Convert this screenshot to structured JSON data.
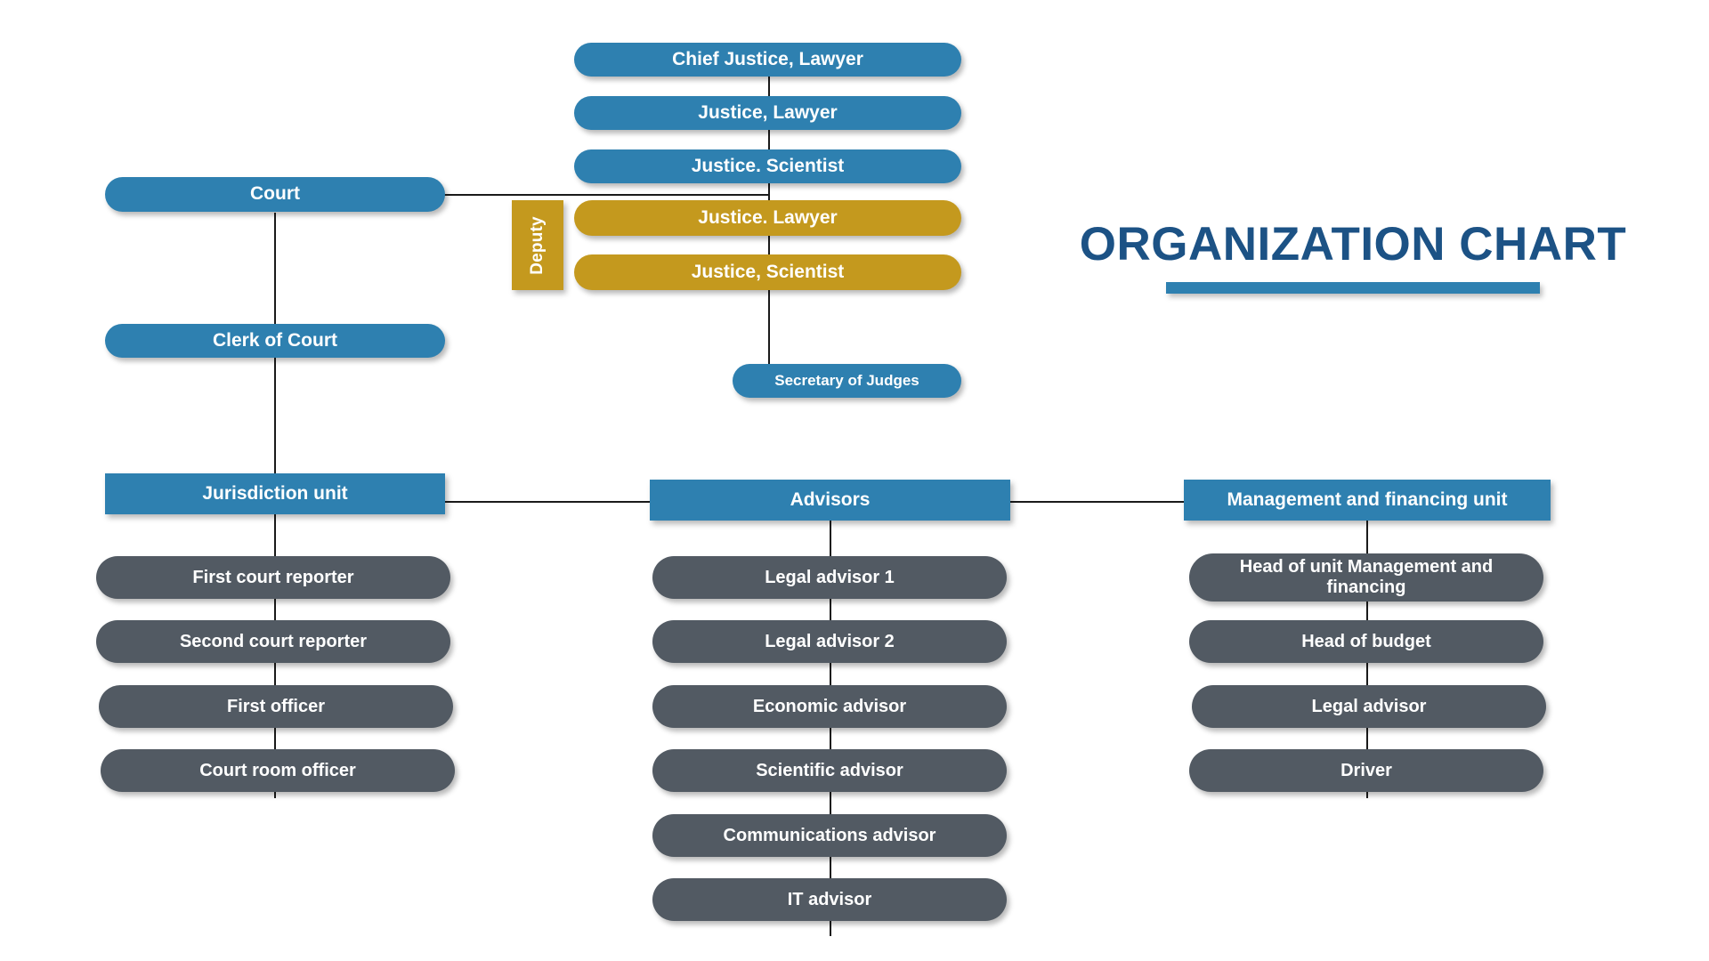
{
  "title": {
    "text": "ORGANIZATION CHART",
    "color": "#1c5285",
    "underline_color": "#2e80b0"
  },
  "palette": {
    "blue": "#2e80b0",
    "gold": "#c4991e",
    "gray": "#525a63",
    "line": "#1a1a1a",
    "background": "#ffffff",
    "label_text": "#ffffff"
  },
  "chart_data": {
    "type": "diagram",
    "title": "ORGANIZATION CHART",
    "nodes": [
      {
        "id": "chief-justice-lawyer",
        "label": "Chief Justice, Lawyer",
        "color": "blue",
        "shape": "pill",
        "level": 0
      },
      {
        "id": "justice-lawyer",
        "label": "Justice, Lawyer",
        "color": "blue",
        "shape": "pill",
        "level": 1
      },
      {
        "id": "justice-scientist-1",
        "label": "Justice. Scientist",
        "color": "blue",
        "shape": "pill",
        "level": 2
      },
      {
        "id": "justice-lawyer-deputy",
        "label": "Justice. Lawyer",
        "color": "gold",
        "shape": "pill",
        "level": 3
      },
      {
        "id": "justice-scientist-2",
        "label": "Justice, Scientist",
        "color": "gold",
        "shape": "pill",
        "level": 4
      },
      {
        "id": "deputy-tag",
        "label": "Deputy",
        "color": "gold",
        "shape": "rect-vertical",
        "level": 3
      },
      {
        "id": "secretary-of-judges",
        "label": "Secretary of Judges",
        "color": "blue",
        "shape": "pill",
        "level": 5
      },
      {
        "id": "court",
        "label": "Court",
        "color": "blue",
        "shape": "pill",
        "level": 2
      },
      {
        "id": "clerk-of-court",
        "label": "Clerk of Court",
        "color": "blue",
        "shape": "pill",
        "level": 3
      },
      {
        "id": "jurisdiction-unit",
        "label": "Jurisdiction unit",
        "color": "blue",
        "shape": "rect",
        "level": 4
      },
      {
        "id": "advisors",
        "label": "Advisors",
        "color": "blue",
        "shape": "rect",
        "level": 4
      },
      {
        "id": "management-unit",
        "label": "Management and financing unit",
        "color": "blue",
        "shape": "rect",
        "level": 4
      },
      {
        "id": "first-court-reporter",
        "label": "First court reporter",
        "color": "gray",
        "shape": "pill",
        "level": 5
      },
      {
        "id": "second-court-reporter",
        "label": "Second court reporter",
        "color": "gray",
        "shape": "pill",
        "level": 6
      },
      {
        "id": "first-officer",
        "label": "First officer",
        "color": "gray",
        "shape": "pill",
        "level": 7
      },
      {
        "id": "court-room-officer",
        "label": "Court room officer",
        "color": "gray",
        "shape": "pill",
        "level": 8
      },
      {
        "id": "legal-advisor-1",
        "label": "Legal advisor 1",
        "color": "gray",
        "shape": "pill",
        "level": 5
      },
      {
        "id": "legal-advisor-2",
        "label": "Legal advisor 2",
        "color": "gray",
        "shape": "pill",
        "level": 6
      },
      {
        "id": "economic-advisor",
        "label": "Economic advisor",
        "color": "gray",
        "shape": "pill",
        "level": 7
      },
      {
        "id": "scientific-advisor",
        "label": "Scientific advisor",
        "color": "gray",
        "shape": "pill",
        "level": 8
      },
      {
        "id": "communications-advisor",
        "label": "Communications advisor",
        "color": "gray",
        "shape": "pill",
        "level": 9
      },
      {
        "id": "it-advisor",
        "label": "IT advisor",
        "color": "gray",
        "shape": "pill",
        "level": 10
      },
      {
        "id": "head-of-unit",
        "label": "Head of unit Management and financing",
        "color": "gray",
        "shape": "pill",
        "level": 5
      },
      {
        "id": "head-of-budget",
        "label": "Head of budget",
        "color": "gray",
        "shape": "pill",
        "level": 6
      },
      {
        "id": "legal-advisor-mgmt",
        "label": "Legal advisor",
        "color": "gray",
        "shape": "pill",
        "level": 7
      },
      {
        "id": "driver",
        "label": "Driver",
        "color": "gray",
        "shape": "pill",
        "level": 8
      }
    ],
    "edges": [
      {
        "from": "chief-justice-lawyer",
        "to": "justice-lawyer"
      },
      {
        "from": "justice-lawyer",
        "to": "justice-scientist-1"
      },
      {
        "from": "justice-scientist-1",
        "to": "justice-lawyer-deputy"
      },
      {
        "from": "justice-lawyer-deputy",
        "to": "justice-scientist-2"
      },
      {
        "from": "justice-scientist-2",
        "to": "secretary-of-judges"
      },
      {
        "from": "court",
        "to": "justice-scientist-1"
      },
      {
        "from": "court",
        "to": "clerk-of-court"
      },
      {
        "from": "clerk-of-court",
        "to": "jurisdiction-unit"
      },
      {
        "from": "jurisdiction-unit",
        "to": "advisors"
      },
      {
        "from": "advisors",
        "to": "management-unit"
      },
      {
        "from": "jurisdiction-unit",
        "to": "first-court-reporter"
      },
      {
        "from": "first-court-reporter",
        "to": "second-court-reporter"
      },
      {
        "from": "second-court-reporter",
        "to": "first-officer"
      },
      {
        "from": "first-officer",
        "to": "court-room-officer"
      },
      {
        "from": "advisors",
        "to": "legal-advisor-1"
      },
      {
        "from": "legal-advisor-1",
        "to": "legal-advisor-2"
      },
      {
        "from": "legal-advisor-2",
        "to": "economic-advisor"
      },
      {
        "from": "economic-advisor",
        "to": "scientific-advisor"
      },
      {
        "from": "scientific-advisor",
        "to": "communications-advisor"
      },
      {
        "from": "communications-advisor",
        "to": "it-advisor"
      },
      {
        "from": "management-unit",
        "to": "head-of-unit"
      },
      {
        "from": "head-of-unit",
        "to": "head-of-budget"
      },
      {
        "from": "head-of-budget",
        "to": "legal-advisor-mgmt"
      },
      {
        "from": "legal-advisor-mgmt",
        "to": "driver"
      }
    ]
  },
  "top_branch": {
    "chief_justice": "Chief Justice, Lawyer",
    "justice_lawyer": "Justice, Lawyer",
    "justice_scientist_1": "Justice. Scientist",
    "justice_lawyer_gold": "Justice. Lawyer",
    "justice_scientist_2": "Justice, Scientist",
    "deputy_tag": "Deputy",
    "secretary": "Secretary of Judges"
  },
  "court_branch": {
    "court": "Court",
    "clerk": "Clerk of Court"
  },
  "units": {
    "jurisdiction": "Jurisdiction unit",
    "advisors": "Advisors",
    "management": "Management and financing unit"
  },
  "jurisdiction_staff": [
    "First court reporter",
    "Second court reporter",
    "First officer",
    "Court room officer"
  ],
  "advisors_staff": [
    "Legal advisor 1",
    "Legal advisor 2",
    "Economic advisor",
    "Scientific advisor",
    "Communications advisor",
    "IT advisor"
  ],
  "management_staff": [
    "Head of unit Management and financing",
    "Head of budget",
    "Legal advisor",
    "Driver"
  ]
}
